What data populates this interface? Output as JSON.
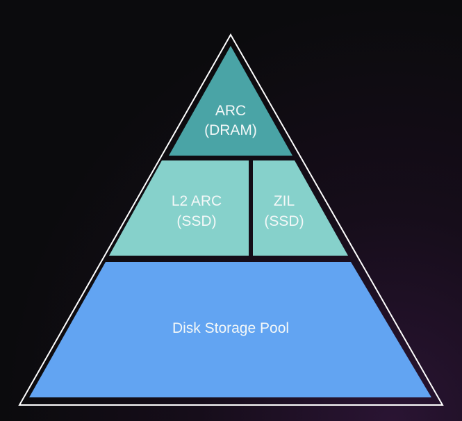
{
  "diagram": {
    "tiers": [
      {
        "id": "arc",
        "lines": [
          "ARC",
          "(DRAM)"
        ],
        "color": "#4aa4a6"
      },
      {
        "id": "l2arc",
        "lines": [
          "L2 ARC",
          "(SSD)"
        ],
        "color": "#86d1cb"
      },
      {
        "id": "zil",
        "lines": [
          "ZIL",
          "(SSD)"
        ],
        "color": "#86d1cb"
      },
      {
        "id": "pool",
        "lines": [
          "Disk Storage Pool"
        ],
        "color": "#62a4f2"
      }
    ],
    "outline_color": "#ffffff",
    "divider_color": "#0b0b0d",
    "label_color": "#f4f8f8"
  }
}
